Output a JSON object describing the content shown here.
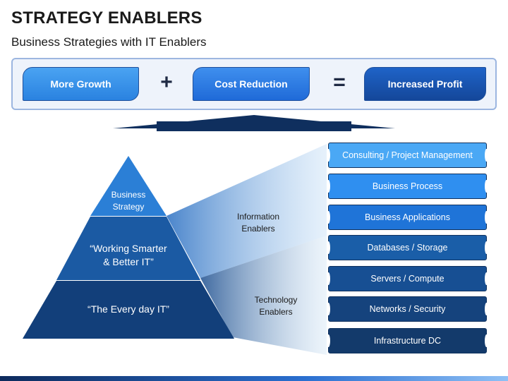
{
  "header": {
    "title": "STRATEGY ENABLERS",
    "subtitle": "Business Strategies with IT Enablers"
  },
  "equation": {
    "term1": "More Growth",
    "operator1": "+",
    "term2": "Cost Reduction",
    "operator2": "=",
    "result": "Increased Profit"
  },
  "pyramid": {
    "top": [
      "Business",
      "Strategy"
    ],
    "middle": [
      "“Working Smarter",
      "& Better IT”"
    ],
    "bottom": "“The Every day IT”"
  },
  "enablers": {
    "information": [
      "Information",
      "Enablers"
    ],
    "technology": [
      "Technology",
      "Enablers"
    ]
  },
  "stack": [
    {
      "label": "Consulting / Project Management",
      "color": "#4aa8f5"
    },
    {
      "label": "Business Process",
      "color": "#2f8ff0"
    },
    {
      "label": "Business Applications",
      "color": "#1f74d8"
    },
    {
      "label": "Databases / Storage",
      "color": "#1a5ea8"
    },
    {
      "label": "Servers / Compute",
      "color": "#174f93"
    },
    {
      "label": "Networks / Security",
      "color": "#15437d"
    },
    {
      "label": "Infrastructure DC",
      "color": "#133a6b"
    }
  ],
  "colors": {
    "pyramid_top": "#2b7fd6",
    "pyramid_middle": "#1b5aa3",
    "pyramid_bottom": "#123f7a"
  }
}
